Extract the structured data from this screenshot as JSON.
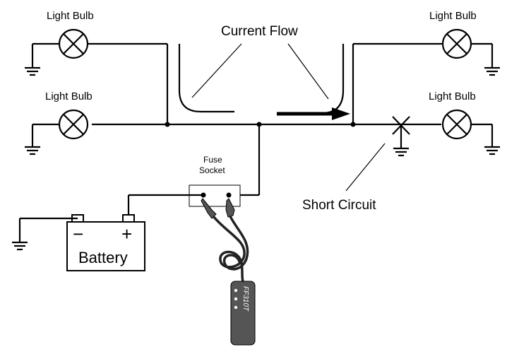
{
  "labels": {
    "bulb_top_left": "Light Bulb",
    "bulb_mid_left": "Light Bulb",
    "bulb_top_right": "Light Bulb",
    "bulb_mid_right": "Light Bulb",
    "current_flow": "Current Flow",
    "fuse_socket_line1": "Fuse",
    "fuse_socket_line2": "Socket",
    "short_circuit": "Short Circuit",
    "battery": "Battery",
    "battery_minus": "−",
    "battery_plus": "+",
    "tool_model": "FF310T"
  }
}
